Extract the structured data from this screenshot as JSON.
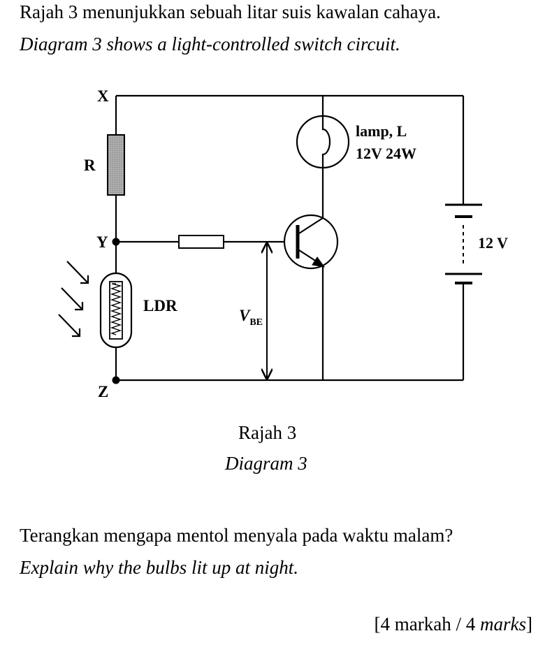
{
  "intro": {
    "malay": "Rajah 3 menunjukkan sebuah litar suis kawalan cahaya.",
    "english": "Diagram 3 shows a light-controlled switch circuit."
  },
  "diagram": {
    "labels": {
      "x": "X",
      "y": "Y",
      "z": "Z",
      "r": "R",
      "ldr": "LDR",
      "vbe_main": "V",
      "vbe_sub": "BE",
      "lamp_name": "lamp, L",
      "lamp_rating": "12V 24W",
      "battery": "12 V"
    }
  },
  "caption": {
    "malay": "Rajah 3",
    "english": "Diagram 3"
  },
  "question": {
    "malay": "Terangkan mengapa mentol menyala pada waktu malam?",
    "english": "Explain why the bulbs lit up at night."
  },
  "marks": {
    "open": "[4 markah / 4 ",
    "italic": "marks",
    "close": "]"
  }
}
